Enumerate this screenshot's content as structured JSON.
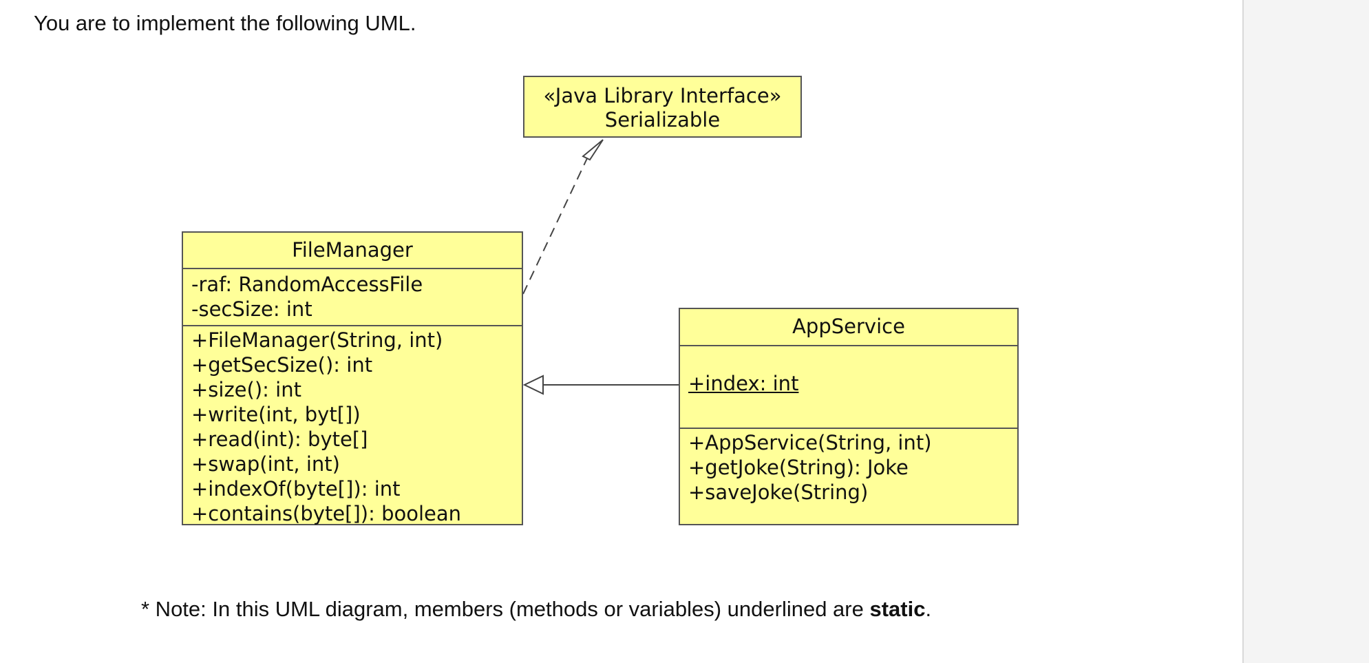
{
  "intro_text": "You are to implement the following UML.",
  "diagram": {
    "interface": {
      "stereotype": "«Java Library Interface»",
      "name": "Serializable"
    },
    "file_manager": {
      "name": "FileManager",
      "attributes": [
        "-raf: RandomAccessFile",
        "-secSize: int"
      ],
      "operations": [
        "+FileManager(String, int)",
        "+getSecSize(): int",
        "+size(): int",
        "+write(int, byt[])",
        "+read(int): byte[]",
        "+swap(int, int)",
        "+indexOf(byte[]): int",
        "+contains(byte[]): boolean"
      ]
    },
    "app_service": {
      "name": "AppService",
      "attributes": [
        "+index: int"
      ],
      "operations": [
        "+AppService(String, int)",
        "+getJoke(String): Joke",
        "+saveJoke(String)"
      ]
    },
    "relationships": [
      {
        "type": "realization",
        "from": "FileManager",
        "to": "Serializable"
      },
      {
        "type": "generalization",
        "from": "AppService",
        "to": "FileManager"
      }
    ],
    "colors": {
      "class_fill": "#ffff99",
      "border": "#555555"
    }
  },
  "note": {
    "prefix": "* Note: In this UML diagram, members (methods or variables) underlined are ",
    "bold": "static",
    "suffix": "."
  }
}
